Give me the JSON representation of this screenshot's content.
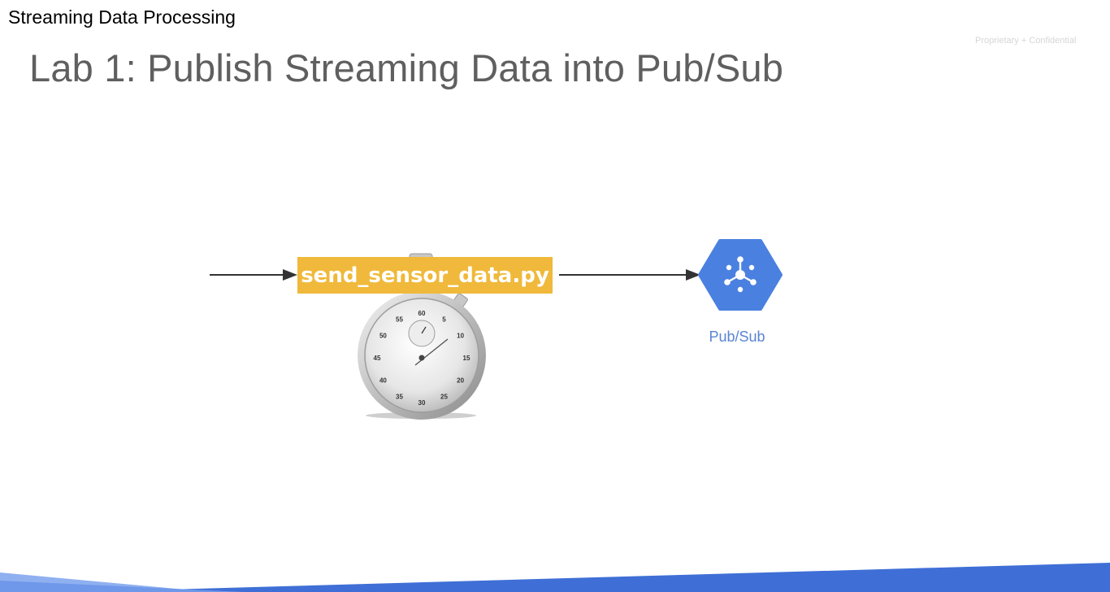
{
  "header": {
    "course_title": "Streaming Data Processing",
    "confidential": "Proprietary + Confidential",
    "slide_title": "Lab 1: Publish Streaming Data into Pub/Sub"
  },
  "diagram": {
    "script_label": "send_sensor_data.py",
    "pubsub_label": "Pub/Sub",
    "stopwatch_numbers": [
      "60",
      "5",
      "10",
      "15",
      "20",
      "25",
      "30",
      "35",
      "40",
      "45",
      "50",
      "55"
    ],
    "colors": {
      "script_box": "#f0b93b",
      "pubsub_icon": "#4a80e0",
      "pubsub_text": "#5a84d6",
      "arrow": "#333333",
      "footer_band": "#3f6fd6"
    },
    "icons": [
      "arrow-right-icon",
      "stopwatch-icon",
      "pubsub-icon"
    ]
  }
}
